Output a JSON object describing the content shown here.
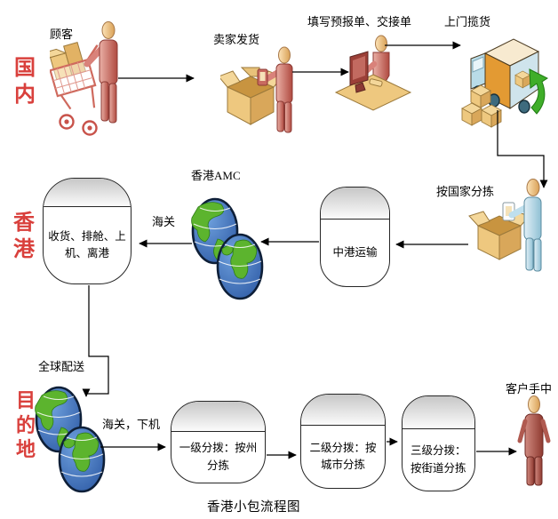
{
  "caption": "香港小包流程图",
  "rails": {
    "domestic": "国内",
    "hongkong": "香港",
    "destination": "目的地"
  },
  "labels": {
    "customer": "顾客",
    "seller": "卖家发货",
    "form": "填写预报单、交接单",
    "pickup": "上门揽货",
    "country_sort": "按国家分拣",
    "hk_amc": "香港AMC",
    "customs": "海关",
    "global_delivery": "全球配送",
    "customs_landing": "海关，下机",
    "customer_hand": "客户手中"
  },
  "process_nodes": {
    "hk_handling": "收货、排舱、上\n机、离港",
    "hk_transport": "中港运输",
    "dist_level1": "一级分拨：按州\n分拣",
    "dist_level2": "二级分拨：按\n城市分拣",
    "dist_level3": "三级分拨：\n按街道分拣"
  },
  "edges": [
    {
      "from": "顾客",
      "to": "卖家发货"
    },
    {
      "from": "卖家发货",
      "to": "填写预报单、交接单"
    },
    {
      "from": "填写预报单、交接单",
      "to": "上门揽货"
    },
    {
      "from": "上门揽货",
      "to": "按国家分拣"
    },
    {
      "from": "按国家分拣",
      "to": "中港运输"
    },
    {
      "from": "中港运输",
      "to": "香港AMC"
    },
    {
      "from": "香港AMC",
      "to": "收货、排舱、上机、离港",
      "label": "海关"
    },
    {
      "from": "收货、排舱、上机、离港",
      "to": "全球配送"
    },
    {
      "from": "全球配送",
      "to": "一级分拨：按州分拣",
      "label": "海关，下机"
    },
    {
      "from": "一级分拨：按州分拣",
      "to": "二级分拨：按城市分拣"
    },
    {
      "from": "二级分拨：按城市分拣",
      "to": "三级分拨：按街道分拣"
    },
    {
      "from": "三级分拨：按街道分拣",
      "to": "客户手中"
    }
  ],
  "icons": {
    "customer": "person-with-shopping-cart-icon",
    "seller": "person-with-open-box-icon",
    "form": "person-at-computer-icon",
    "pickup": "delivery-truck-with-parcels-icon",
    "country_sort": "blue-person-sorting-box-icon",
    "hk_amc": "double-globe-icon",
    "global_delivery": "double-globe-icon",
    "customer_hand": "standing-person-icon"
  },
  "colors": {
    "rail_red": "#d9403c",
    "line_black": "#000000",
    "shape_border": "#262626",
    "shape_header_gray": "#c7c7c7",
    "person_salmon": "#d9827a",
    "person_blue": "#bfdfed",
    "person_darkred": "#c06a62",
    "skin_beige": "#f2cfa0",
    "box_tan": "#eec87f",
    "truck_orange": "#e39a33",
    "truck_cab_blue": "#b9dce8",
    "globe_ocean_blue": "#3f6fb5",
    "globe_land_green": "#5cb42e",
    "green_arrow": "#3fae29"
  }
}
